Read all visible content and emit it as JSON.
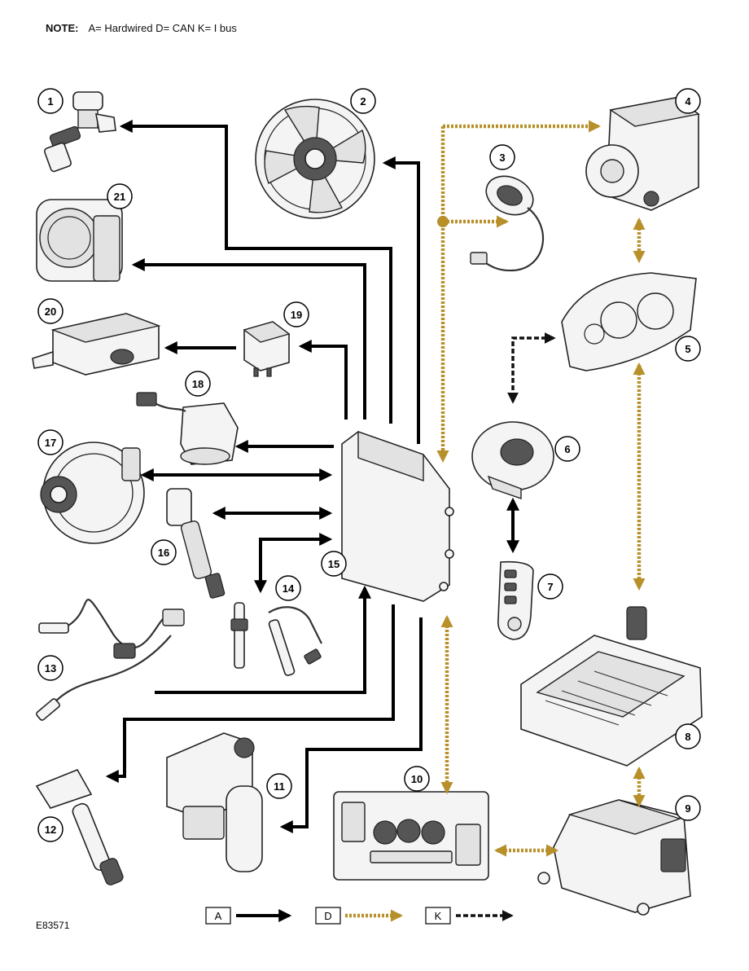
{
  "note": {
    "label": "NOTE:",
    "text": "A= Hardwired D= CAN K= I bus"
  },
  "figure_id": "E83571",
  "colors": {
    "hardwired": "#000000",
    "can": "#b8902a",
    "ibus": "#111111"
  },
  "legend": [
    {
      "key": "A",
      "type": "hardwired"
    },
    {
      "key": "D",
      "type": "can"
    },
    {
      "key": "K",
      "type": "ibus"
    }
  ],
  "components": [
    {
      "num": "1",
      "icon": "fuel-injector-icon"
    },
    {
      "num": "2",
      "icon": "cooling-fan-icon"
    },
    {
      "num": "3",
      "icon": "sensor-icon"
    },
    {
      "num": "4",
      "icon": "abs-module-icon"
    },
    {
      "num": "5",
      "icon": "instrument-cluster-icon"
    },
    {
      "num": "6",
      "icon": "clockspring-icon"
    },
    {
      "num": "7",
      "icon": "steering-switch-icon"
    },
    {
      "num": "8",
      "icon": "valve-body-icon"
    },
    {
      "num": "9",
      "icon": "control-module-icon"
    },
    {
      "num": "10",
      "icon": "climate-panel-icon"
    },
    {
      "num": "11",
      "icon": "fuel-pump-icon"
    },
    {
      "num": "12",
      "icon": "ignition-coil-icon"
    },
    {
      "num": "13",
      "icon": "oxygen-sensor-icon"
    },
    {
      "num": "14",
      "icon": "oxygen-sensor-icon"
    },
    {
      "num": "15",
      "icon": "ecm-icon"
    },
    {
      "num": "16",
      "icon": "solenoid-icon"
    },
    {
      "num": "17",
      "icon": "alternator-icon"
    },
    {
      "num": "18",
      "icon": "throttle-sensor-icon"
    },
    {
      "num": "19",
      "icon": "relay-icon"
    },
    {
      "num": "20",
      "icon": "module-box-icon"
    },
    {
      "num": "21",
      "icon": "throttle-body-icon"
    }
  ]
}
